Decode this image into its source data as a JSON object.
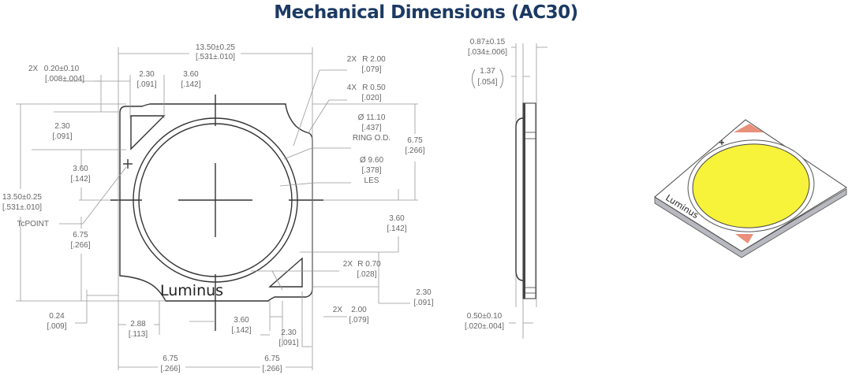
{
  "title": "Mechanical Dimensions (AC30)",
  "top_view": {
    "brand_label": "Luminus",
    "dims": {
      "overall_width": {
        "mm": "13.50±0.25",
        "in": "[.531±.010]"
      },
      "overall_height": {
        "mm": "13.50±0.25",
        "in": "[.531±.010]"
      },
      "notch_depth": {
        "prefix": "2X",
        "mm": "0.20±0.10",
        "in": "[.008±.004]"
      },
      "top_pad_width": {
        "mm": "2.30",
        "in": "[.091]"
      },
      "top_pad_offset": {
        "mm": "3.60",
        "in": "[.142]"
      },
      "left_pad_height": {
        "mm": "2.30",
        "in": "[.091]"
      },
      "left_tc_offset": {
        "mm": "3.60",
        "in": "[.142]"
      },
      "tc_point_label": "TcPOINT",
      "left_half_height": {
        "mm": "6.75",
        "in": "[.266]"
      },
      "bottom_offset": {
        "mm": "0.24",
        "in": "[.009]"
      },
      "corner_radius_large": {
        "prefix": "2X",
        "label": "R 2.00",
        "in": "[.079]"
      },
      "corner_radius_small": {
        "prefix": "4X",
        "label": "R 0.50",
        "in": "[.020]"
      },
      "ring_od": {
        "label": "Ø 11.10",
        "in": "[.437]",
        "note": "RING O.D."
      },
      "les": {
        "label": "Ø 9.60",
        "in": "[.378]",
        "note": "LES"
      },
      "right_half_height": {
        "mm": "6.75",
        "in": "[.266]"
      },
      "right_pad_offset": {
        "mm": "3.60",
        "in": "[.142]"
      },
      "pad_radius": {
        "prefix": "2X",
        "label": "R 0.70",
        "in": "[.028]"
      },
      "right_pad_height": {
        "mm": "2.30",
        "in": "[.091]"
      },
      "notch_width": {
        "prefix": "2X",
        "mm": "2.00",
        "in": "[.079]"
      },
      "logo_offset": {
        "mm": "2.88",
        "in": "[.113]"
      },
      "bottom_pad_offset": {
        "mm": "3.60",
        "in": "[.142]"
      },
      "bottom_pad_width": {
        "mm": "2.30",
        "in": "[.091]"
      },
      "bottom_left_half": {
        "mm": "6.75",
        "in": "[.266]"
      },
      "bottom_right_half": {
        "mm": "6.75",
        "in": "[.266]"
      }
    }
  },
  "side_view": {
    "dims": {
      "thickness": {
        "mm": "0.87±0.15",
        "in": "[.034±.006]"
      },
      "total_height_ref": {
        "mm": "1.37",
        "in": "[.054]"
      },
      "substrate": {
        "mm": "0.50±0.10",
        "in": "[.020±.004]"
      }
    }
  },
  "iso_view": {
    "brand_label": "Luminus",
    "colors": {
      "les": "#f7f23a",
      "pad": "#e8907a",
      "body": "#ffffff",
      "edge": "#b8b8c0"
    }
  }
}
